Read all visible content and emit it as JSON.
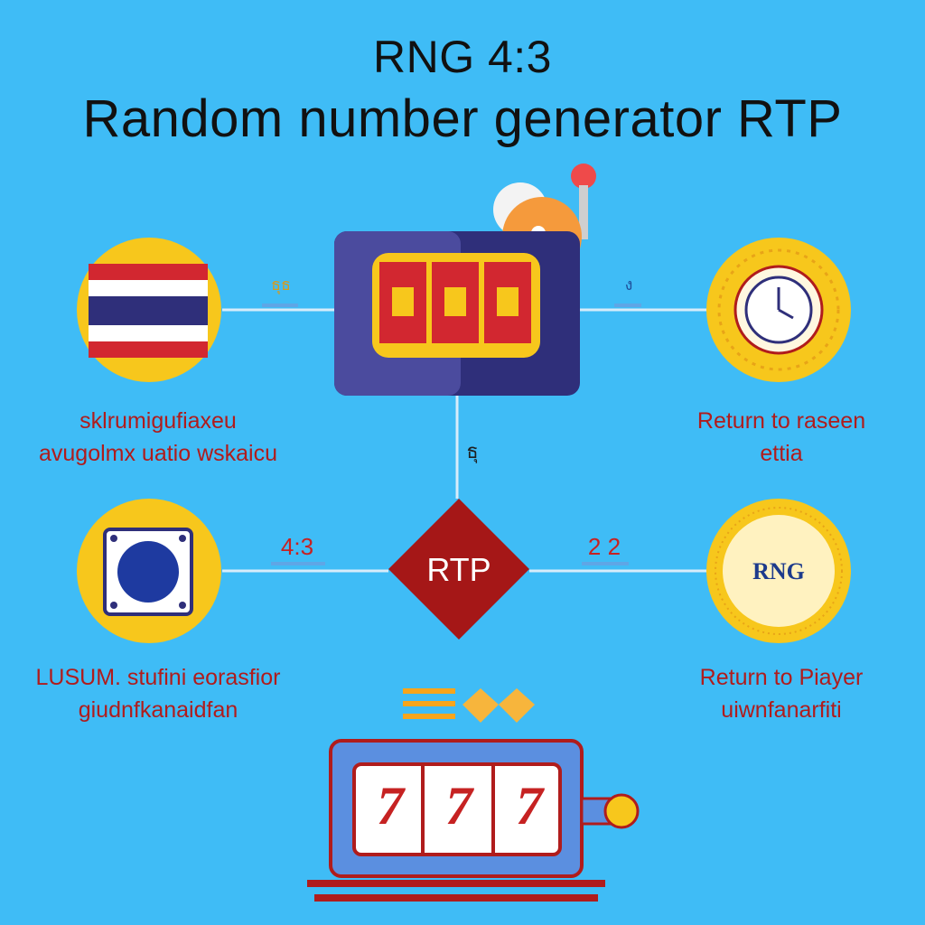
{
  "title": {
    "line1": "RNG 4:3",
    "line2": "Random number generator RTP"
  },
  "nodes": {
    "top_left_caption": [
      "sklrumigufiaxeu",
      "avugolmx uatio wskaicu"
    ],
    "top_right_caption": [
      "Return to raseen",
      "ettia"
    ],
    "bottom_left_caption": [
      "LUSUM. stufini eorasfior",
      "giudnfkanaidfan"
    ],
    "bottom_right_caption": [
      "Return to Piayer",
      "uiwnfanarfiti"
    ],
    "rng_badge": "RNG",
    "rtp_diamond": "RTP"
  },
  "connectors": {
    "top_left": "ธุธ",
    "top_right": "ง",
    "vertical": "ธุ",
    "bottom_left": "4:3",
    "bottom_right": "2 2"
  },
  "slot_machine": {
    "reels": [
      "7",
      "7",
      "7"
    ]
  },
  "colors": {
    "background": "#3fbcf6",
    "accent_red": "#b01c1c",
    "gold": "#f7c71c",
    "navy": "#2f2f7a"
  }
}
